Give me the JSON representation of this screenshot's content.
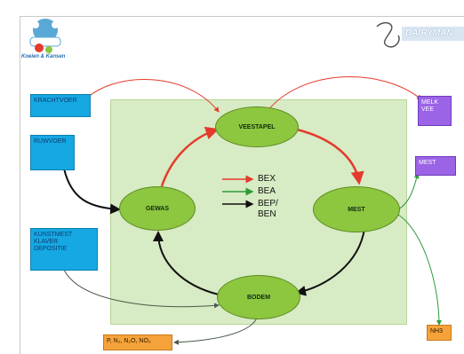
{
  "logo": {
    "text": "Koeien & Kansen"
  },
  "brand": {
    "text": "DAIRYMAN"
  },
  "inputs": {
    "krachtvoer": "KRACHTVOER",
    "ruwvoer": "RUWVOER",
    "kunstmest": "KUNSTMEST\nKLAVER\nDEPOSITIE"
  },
  "outputs": {
    "melk": "MELK\nVEE",
    "mest": "MEST",
    "nh3": "NH3",
    "emissions": "P, N₂, N₂O, NO₃"
  },
  "nodes": {
    "veestapel": "VEESTAPEL",
    "gewas": "GEWAS",
    "mest": "MEST",
    "bodem": "BODEM"
  },
  "legend": [
    {
      "label": "BEX",
      "color": "#e53b2c"
    },
    {
      "label": "BEA",
      "color": "#2e9a3a"
    },
    {
      "label": "BEP/\nBEN",
      "color": "#111111"
    }
  ]
}
